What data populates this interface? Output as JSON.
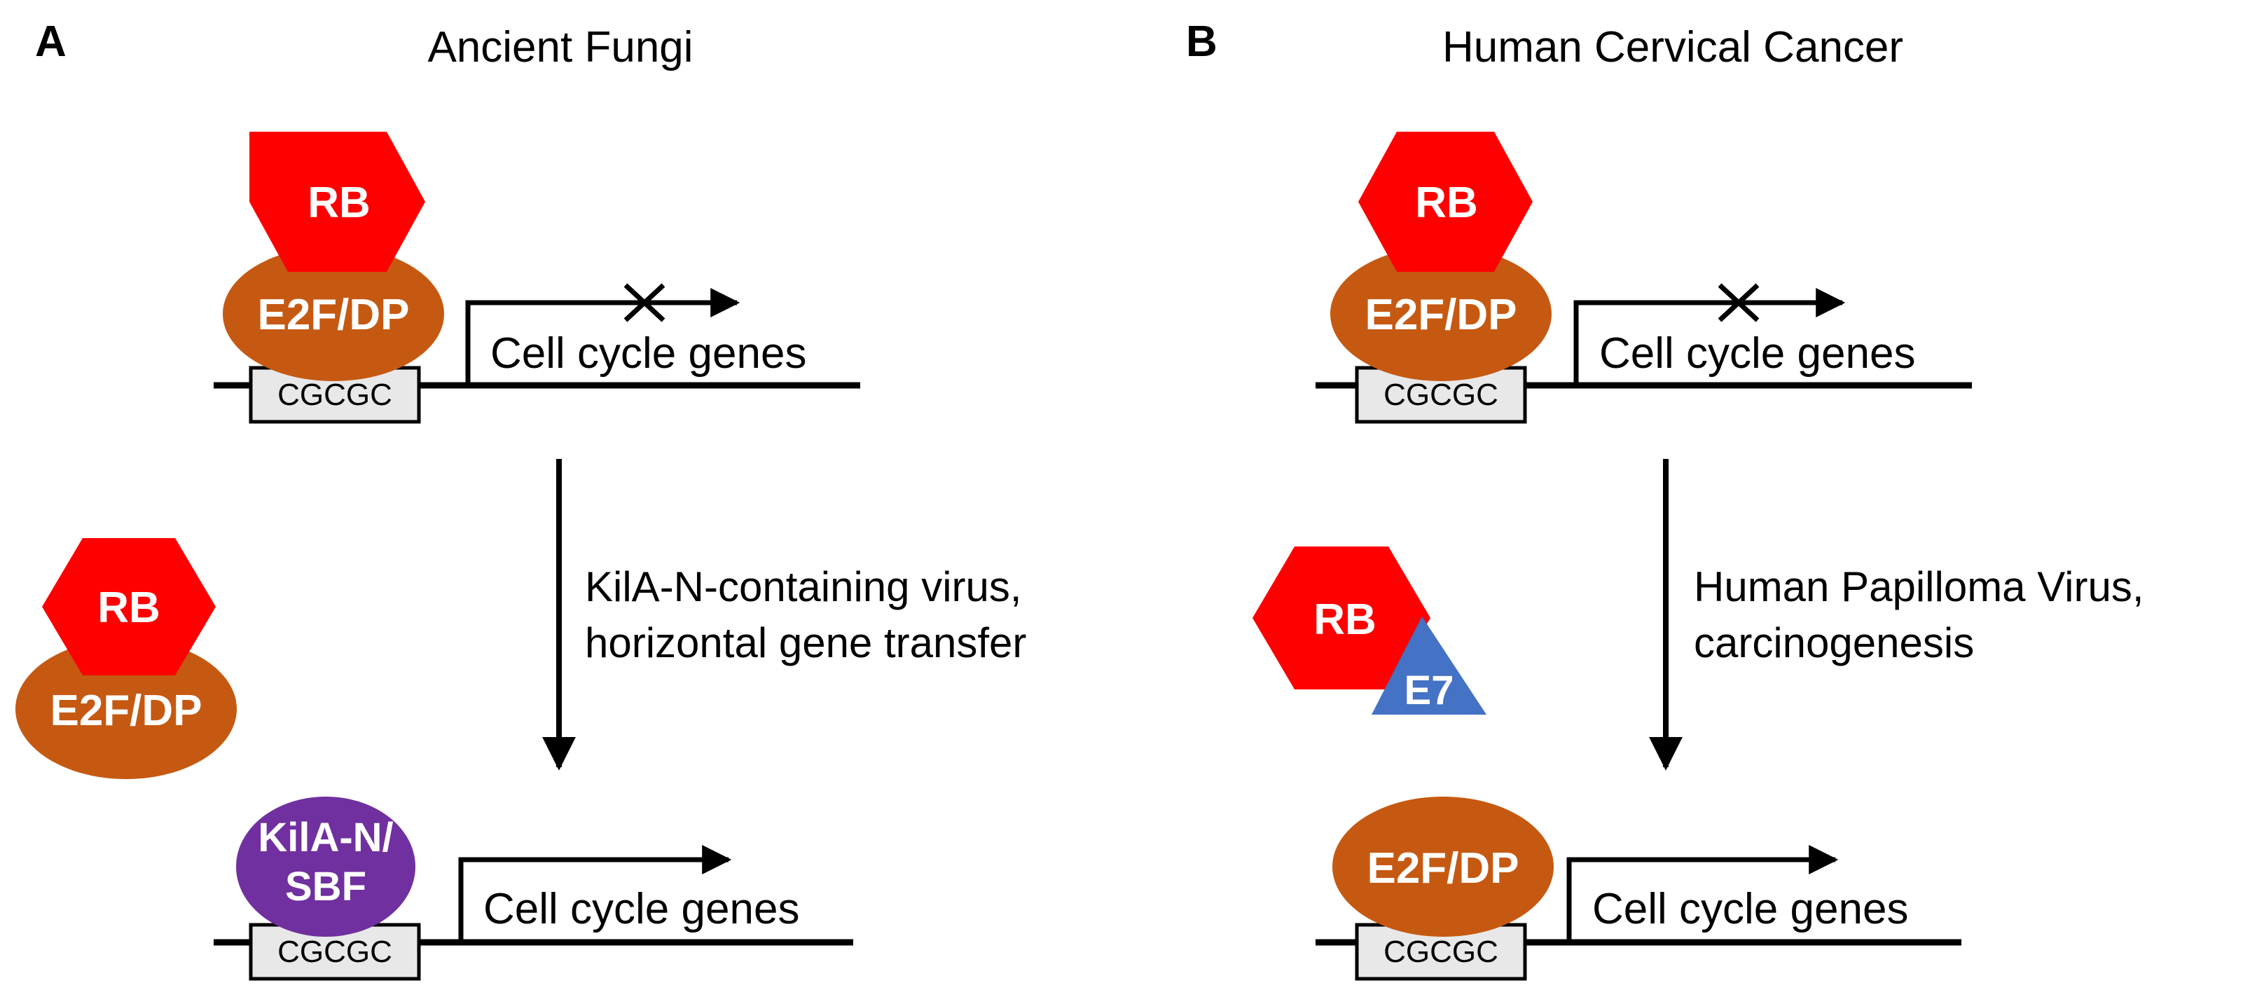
{
  "panel_a": {
    "letter": "A",
    "title": "Ancient Fungi",
    "top": {
      "rb": "RB",
      "e2f": "E2F/DP",
      "site": "CGCGC",
      "genes": "Cell cycle genes"
    },
    "free_complex": {
      "rb": "RB",
      "e2f": "E2F/DP"
    },
    "arrow_label": [
      "KilA-N-containing virus,",
      "horizontal gene transfer"
    ],
    "bottom": {
      "factor": [
        "KilA-N/",
        "SBF"
      ],
      "site": "CGCGC",
      "genes": "Cell cycle genes"
    }
  },
  "panel_b": {
    "letter": "B",
    "title": "Human Cervical Cancer",
    "top": {
      "rb": "RB",
      "e2f": "E2F/DP",
      "site": "CGCGC",
      "genes": "Cell cycle genes"
    },
    "free_complex": {
      "rb": "RB",
      "e7": "E7"
    },
    "arrow_label": [
      "Human Papilloma Virus,",
      "carcinogenesis"
    ],
    "bottom": {
      "e2f": "E2F/DP",
      "site": "CGCGC",
      "genes": "Cell cycle genes"
    }
  },
  "colors": {
    "rb": "#ff0000",
    "e2f_dp": "#c65911",
    "kila_n_sbf": "#7030a0",
    "e7": "#4472c4",
    "site_box": "#e8e8e8",
    "line": "#000000"
  }
}
